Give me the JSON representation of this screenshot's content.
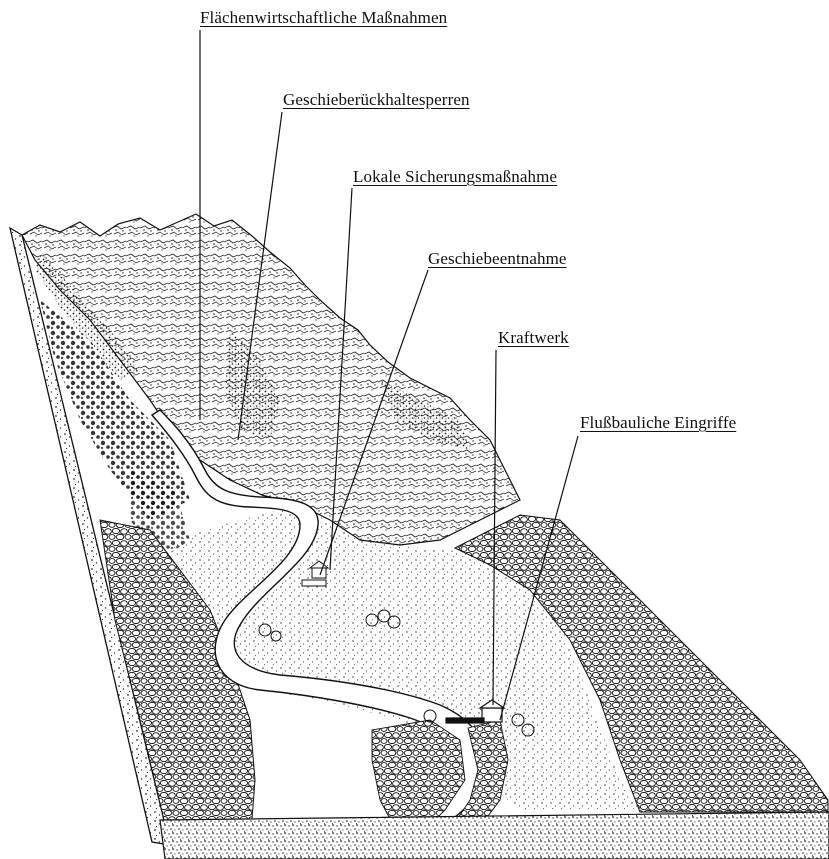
{
  "labels": {
    "flaechen": "Flächenwirtschaftliche Maßnahmen",
    "geschiebesperren": "Geschieberückhaltesperren",
    "sicherung": "Lokale Sicherungsmaßnahme",
    "entnahme": "Geschiebeentnahme",
    "kraftwerk": "Kraftwerk",
    "flussbau": "Flußbauliche Eingriffe"
  },
  "colors": {
    "ink": "#111111",
    "background": "#ffffff",
    "stipple": "#3a3a3a"
  }
}
